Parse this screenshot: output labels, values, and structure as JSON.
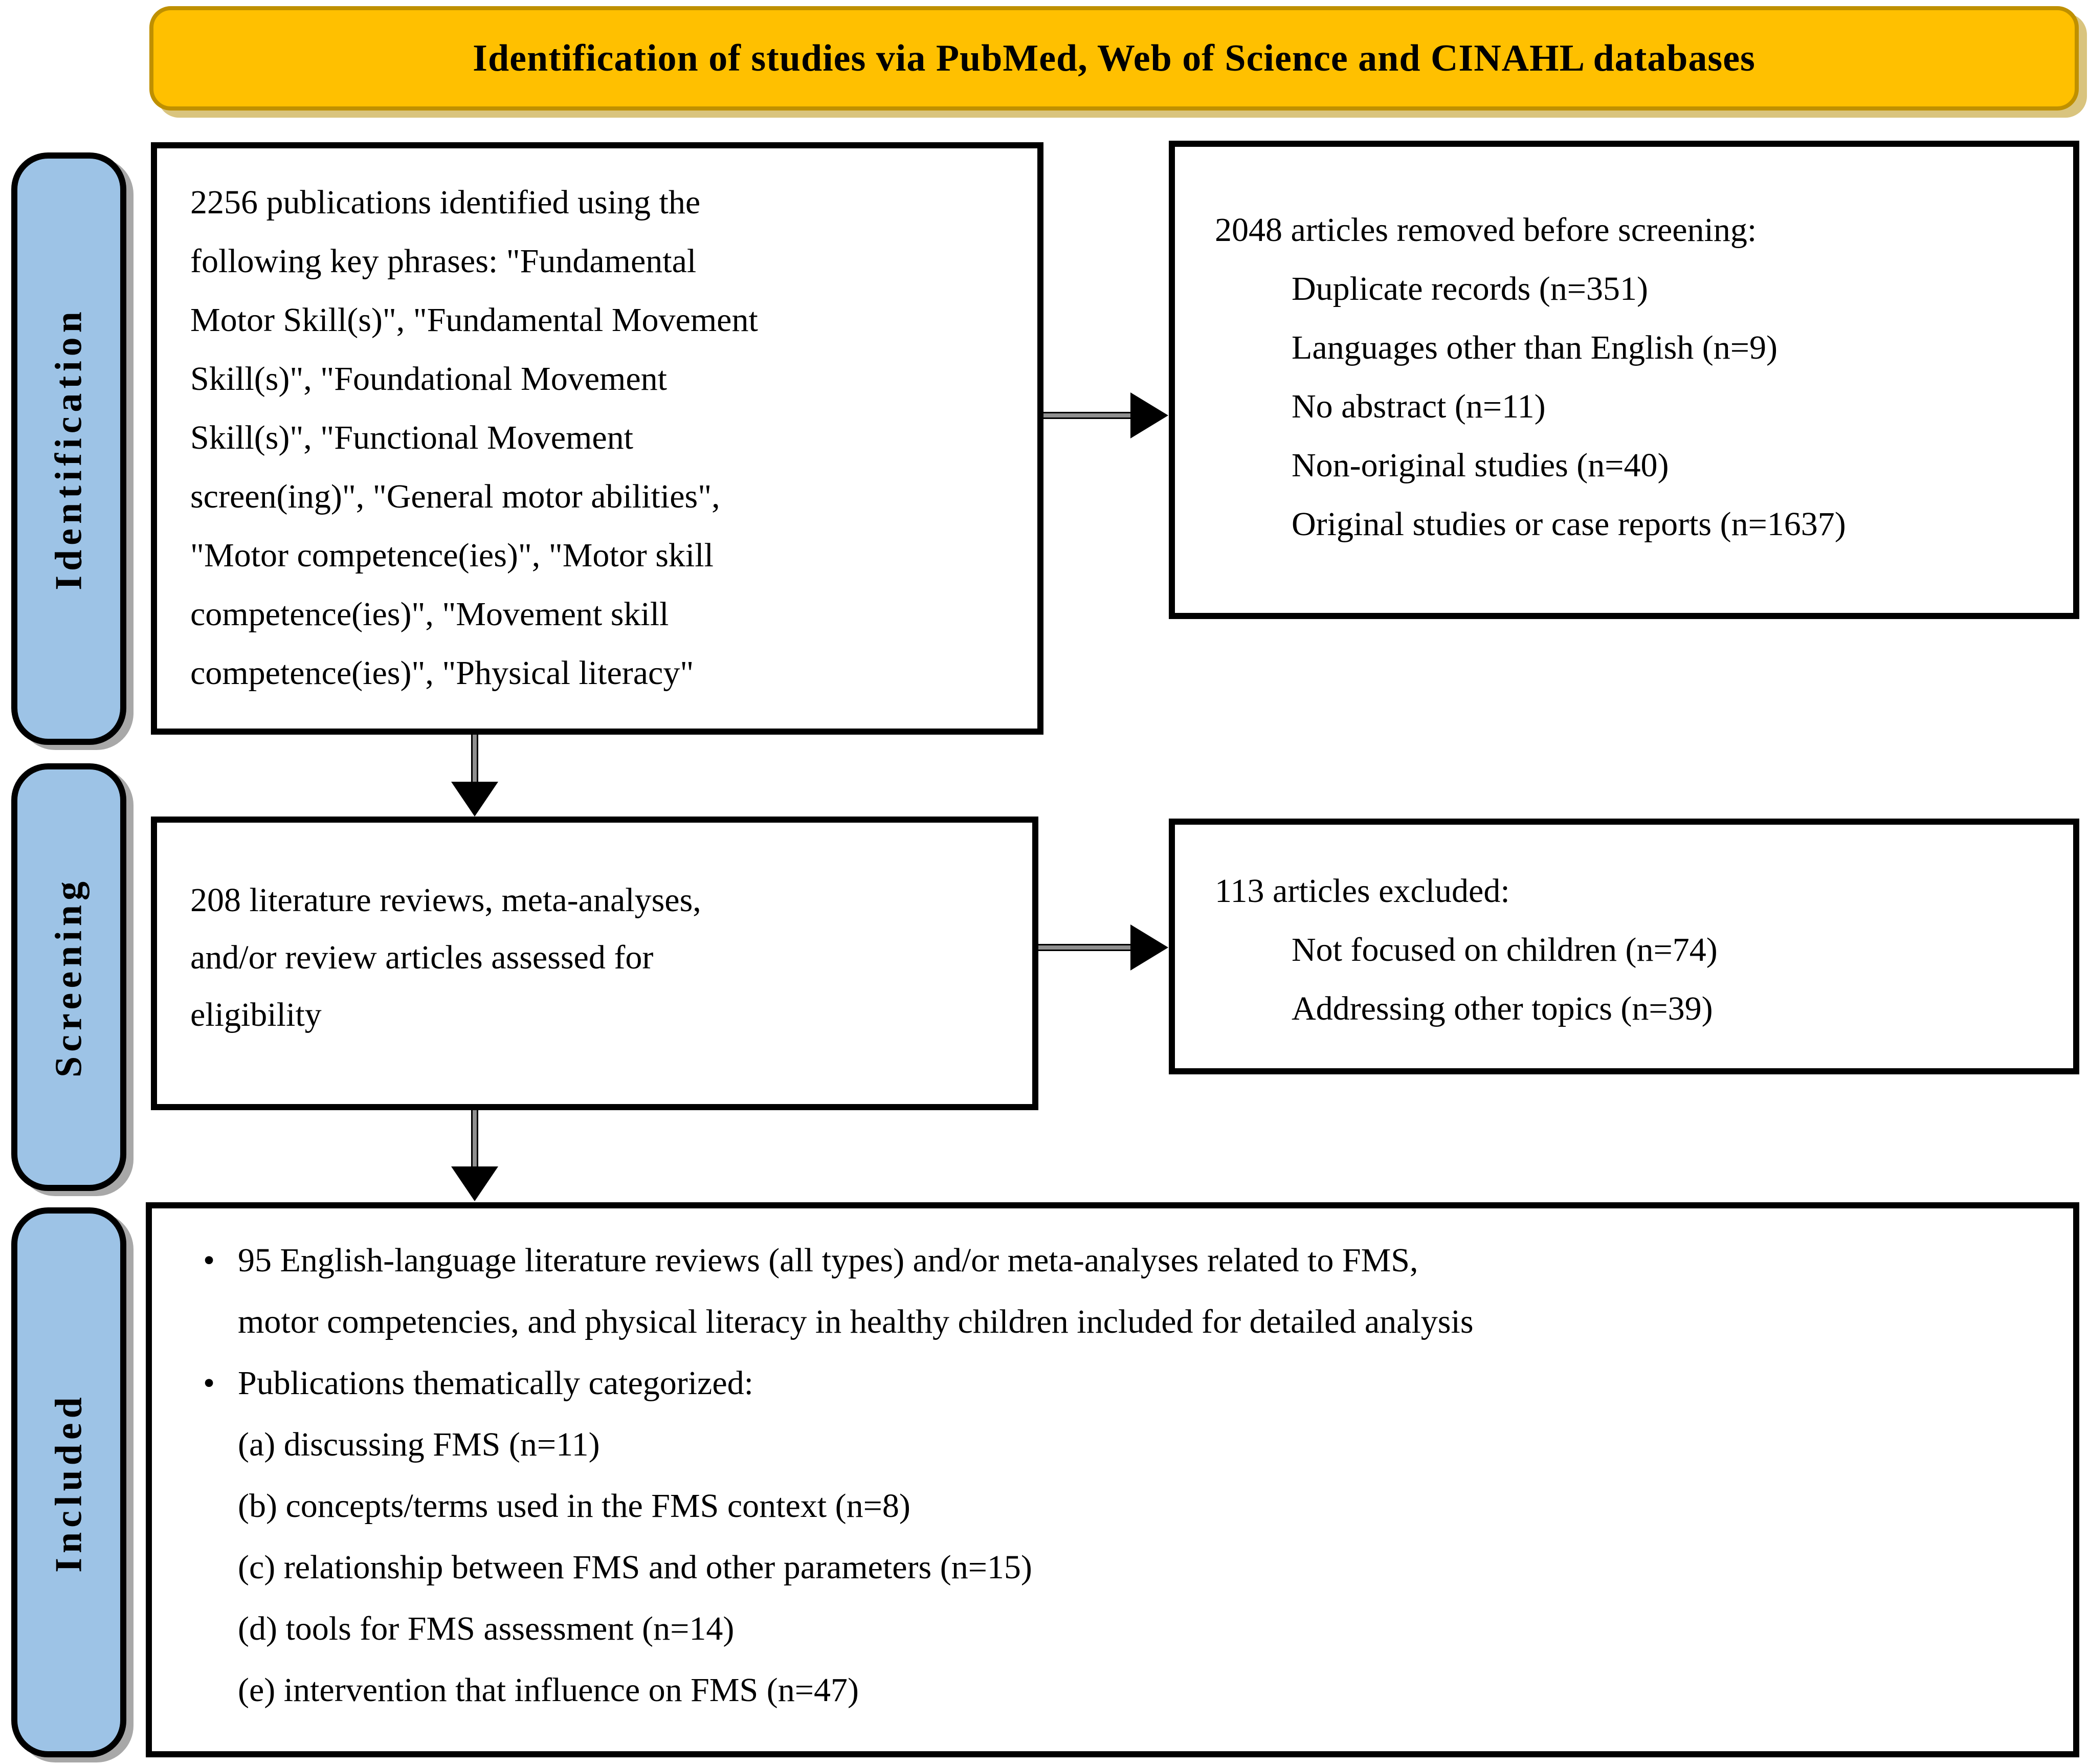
{
  "banner": {
    "title": "Identification of studies via PubMed, Web of Science and CINAHL databases"
  },
  "stages": {
    "identification": "Identification",
    "screening": "Screening",
    "included": "Included"
  },
  "bullet_glyph": "•",
  "boxes": {
    "identified": {
      "lines": [
        "2256 publications identified using the",
        "following key phrases: \"Fundamental",
        "Motor Skill(s)\", \"Fundamental Movement",
        "Skill(s)\", \"Foundational Movement",
        "Skill(s)\", \"Functional Movement",
        "screen(ing)\", \"General motor abilities\",",
        "\"Motor competence(ies)\", \"Motor skill",
        "competence(ies)\", \"Movement skill",
        "competence(ies)\", \"Physical literacy\""
      ]
    },
    "removed": {
      "heading": "2048 articles removed before screening:",
      "items": [
        "Duplicate records (n=351)",
        "Languages other than English (n=9)",
        "No abstract (n=11)",
        "Non-original studies (n=40)",
        "Original studies or case reports (n=1637)"
      ]
    },
    "assessed": {
      "lines": [
        "208 literature reviews, meta-analyses,",
        "and/or review articles assessed for",
        "eligibility"
      ]
    },
    "excluded": {
      "heading": "113 articles excluded:",
      "items": [
        "Not focused on children (n=74)",
        "Addressing other topics (n=39)"
      ]
    },
    "included": {
      "bullet1_lines": [
        "95 English-language literature reviews (all types) and/or meta-analyses related to FMS,",
        "motor competencies, and physical literacy in healthy children included for detailed analysis"
      ],
      "bullet2": "Publications thematically categorized:",
      "categories": [
        "(a) discussing FMS (n=11)",
        "(b) concepts/terms used in the FMS context (n=8)",
        "(c) relationship between FMS and other parameters (n=15)",
        "(d) tools for FMS assessment (n=14)",
        "(e) intervention that influence on FMS (n=47)"
      ]
    }
  },
  "colors": {
    "banner_fill": "#FFC000",
    "banner_border": "#BF9000",
    "stage_fill": "#9DC3E6",
    "box_border": "#000000",
    "arrow_color": "#000000"
  }
}
